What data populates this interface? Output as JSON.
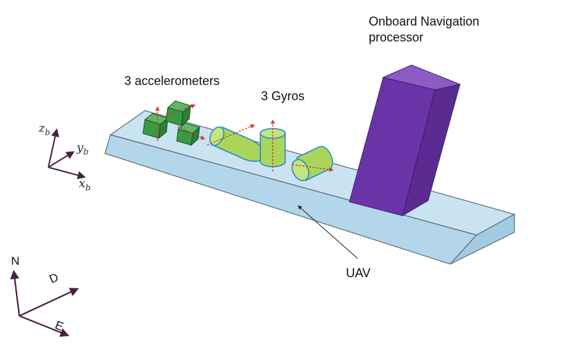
{
  "labels": {
    "processor": "Onboard Navigation\nprocessor",
    "accelerometers": "3 accelerometers",
    "gyros": "3 Gyros",
    "uav": "UAV"
  },
  "body_axes": {
    "z_main": "z",
    "z_sub": "b",
    "y_main": "y",
    "y_sub": "b",
    "x_main": "x",
    "x_sub": "b"
  },
  "nav_axes": {
    "north": "N",
    "down": "D",
    "east": "E"
  },
  "colors": {
    "platform_top": "#c9e3f1",
    "platform_front": "#b3d6ea",
    "platform_edge": "#5d6b78",
    "processor_front": "#6a34a8",
    "processor_side": "#5a2c92",
    "processor_top": "#8a5cc4",
    "accelerometer": "#3a9a44",
    "gyro": "#a9d65a",
    "gyro_edge": "#2c8bc9",
    "sensor_axis": "#d9342b",
    "frame_axis": "#4a2040"
  }
}
